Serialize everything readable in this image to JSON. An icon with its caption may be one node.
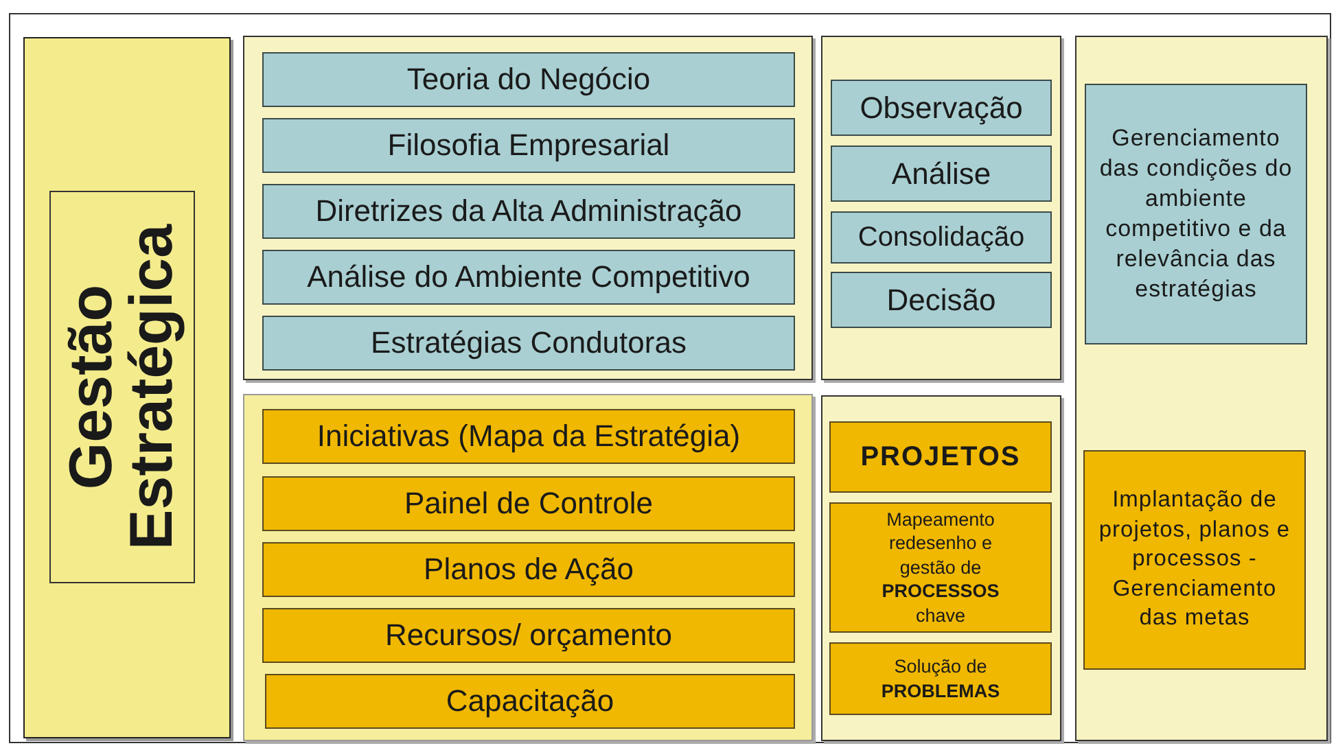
{
  "diagram": {
    "nodes": [
      {
        "text": [],
        "shape": "box"
      },
      {
        "text": [
          "Gestão Estratégica"
        ],
        "in": 0
      },
      {
        "text": [],
        "shape": "box"
      },
      {
        "text": [
          "Teoria do Negócio"
        ],
        "in": 2
      },
      {
        "text": [
          "Filosofia Empresarial"
        ],
        "in": 2
      },
      {
        "text": [
          "Diretrizes da Alta Administração"
        ],
        "in": 2
      },
      {
        "text": [
          "Análise do Ambiente Competitivo"
        ],
        "in": 2
      },
      {
        "text": [
          "Estratégias Condutoras"
        ],
        "in": 2
      },
      {
        "text": [],
        "shape": "box"
      },
      {
        "text": [
          "Observação"
        ],
        "in": 8
      },
      {
        "text": [
          "Análise"
        ],
        "in": 8
      },
      {
        "text": [
          "Consolidação"
        ],
        "in": 8
      },
      {
        "text": [
          "Decisão"
        ],
        "in": 8
      },
      {
        "text": [],
        "shape": "box"
      },
      {
        "text": [
          "Gerenciamento das condições do ambiente competitivo e da relevância das estratégias"
        ],
        "in": 13
      },
      {
        "text": [
          "Implantação de projetos, planos e processos - Gerenciamento das metas"
        ],
        "in": 13
      },
      {
        "text": [],
        "shape": "box"
      },
      {
        "text": [
          "Iniciativas (Mapa da Estratégia)"
        ],
        "in": 16
      },
      {
        "text": [
          "Painel de Controle"
        ],
        "in": 16
      },
      {
        "text": [
          "Planos de Ação"
        ],
        "in": 16
      },
      {
        "text": [
          "Recursos/ orçamento"
        ],
        "in": 16
      },
      {
        "text": [
          "Capacitação"
        ],
        "in": 16
      },
      {
        "text": [],
        "shape": "box"
      },
      {
        "text": [
          "PROJETOS"
        ],
        "in": 22
      },
      {
        "text": [
          "Mapeamento redesenho e gestão de **PROCESSOS** chave"
        ],
        "in": 22
      },
      {
        "text": [
          "Solução de **PROBLEMAS**"
        ],
        "in": 22
      }
    ],
    "edges": []
  }
}
